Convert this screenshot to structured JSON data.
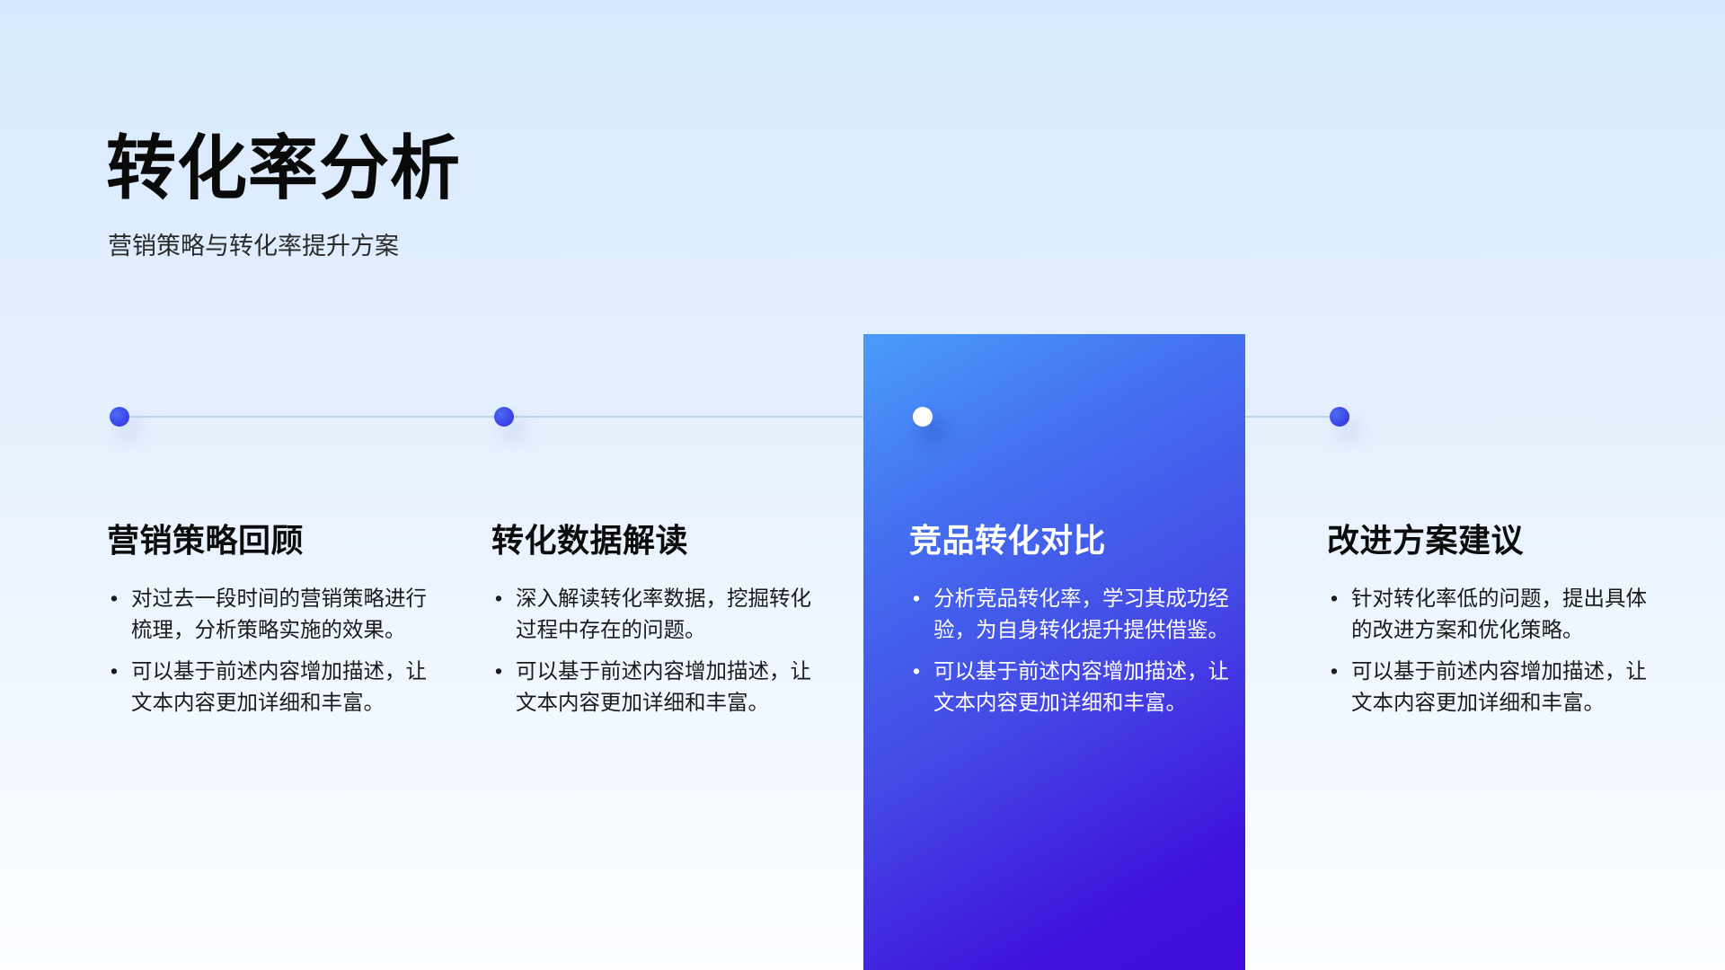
{
  "header": {
    "title": "转化率分析",
    "subtitle": "营销策略与转化率提升方案"
  },
  "colors": {
    "dot": "#3b45e6",
    "active_card_start": "#4a9dfb",
    "active_card_end": "#3e0cdc",
    "timeline_line": "#bcd6ee"
  },
  "bullet_glyph": "•",
  "steps": [
    {
      "title": "营销策略回顾",
      "active": false,
      "bullets": [
        "对过去一段时间的营销策略进行梳理，分析策略实施的效果。",
        "可以基于前述内容增加描述，让文本内容更加详细和丰富。"
      ]
    },
    {
      "title": "转化数据解读",
      "active": false,
      "bullets": [
        "深入解读转化率数据，挖掘转化过程中存在的问题。",
        "可以基于前述内容增加描述，让文本内容更加详细和丰富。"
      ]
    },
    {
      "title": "竞品转化对比",
      "active": true,
      "bullets": [
        "分析竞品转化率，学习其成功经验，为自身转化提升提供借鉴。",
        "可以基于前述内容增加描述，让文本内容更加详细和丰富。"
      ]
    },
    {
      "title": "改进方案建议",
      "active": false,
      "bullets": [
        "针对转化率低的问题，提出具体的改进方案和优化策略。",
        "可以基于前述内容增加描述，让文本内容更加详细和丰富。"
      ]
    }
  ]
}
